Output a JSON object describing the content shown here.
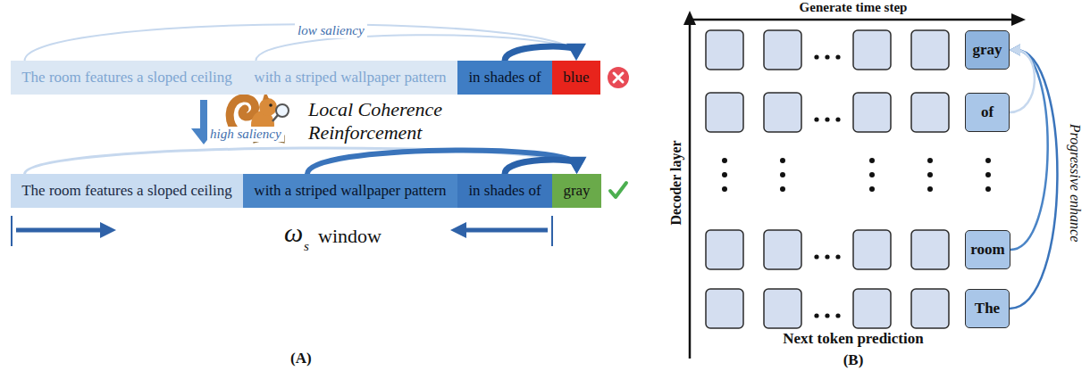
{
  "diagram": {
    "nodes": [
      {
        "text": [
          "The room features a sloped ceiling"
        ]
      },
      {
        "text": [
          "with a striped wallpaper pattern"
        ]
      },
      {
        "text": [
          "in shades of"
        ]
      },
      {
        "text": [
          "blue"
        ]
      },
      {
        "text": [
          "The room features a sloped ceiling"
        ]
      },
      {
        "text": [
          "with a striped wallpaper pattern"
        ]
      },
      {
        "text": [
          "in shades of"
        ]
      },
      {
        "text": [
          "gray"
        ]
      },
      {
        "text": [
          "gray"
        ]
      },
      {
        "text": [
          "of"
        ]
      },
      {
        "text": [
          "room"
        ]
      },
      {
        "text": [
          "The"
        ]
      }
    ],
    "edges": [
      {
        "from": 0,
        "to": 3,
        "arrow": "to"
      },
      {
        "from": 1,
        "to": 3,
        "arrow": "to"
      },
      {
        "from": 2,
        "to": 3,
        "arrow": "to"
      },
      {
        "from": 4,
        "to": 7,
        "arrow": "to"
      },
      {
        "from": 5,
        "to": 7,
        "arrow": "to"
      },
      {
        "from": 6,
        "to": 7,
        "arrow": "to"
      },
      {
        "from": 11,
        "to": 8,
        "arrow": "to"
      },
      {
        "from": 10,
        "to": 8,
        "arrow": "to"
      },
      {
        "from": 9,
        "to": 8,
        "arrow": "to"
      }
    ],
    "labels": [
      "low saliency",
      "Local Coherence Reinforcement",
      "high saliency",
      "ω",
      "s",
      "window",
      "(A)",
      "Generate time step",
      "Decoder layer",
      "Next token prediction",
      "Progressive enhance",
      "(B)"
    ]
  }
}
